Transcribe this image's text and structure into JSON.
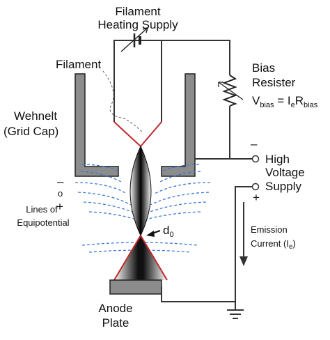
{
  "labels": {
    "filament_heating_supply": [
      "Filament",
      "Heating Supply"
    ],
    "filament": "Filament",
    "wehnelt": [
      "Wehnelt",
      "(Grid Cap)"
    ],
    "bias_resister": [
      "Bias",
      "Resister"
    ],
    "vbias_equation": {
      "v": "V",
      "v_sub": "bias",
      "eq": " = I",
      "i_sub": "e",
      "r": "R",
      "r_sub": "bias"
    },
    "high_voltage_supply": [
      "High",
      "Voltage",
      "Supply"
    ],
    "lines_of_equipotential": [
      "Lines of",
      "Equipotential"
    ],
    "crossover": {
      "d": "d",
      "sub": "0"
    },
    "emission_current": {
      "line1": "Emission",
      "line2": "Current (I",
      "sub": "e",
      "close": ")"
    },
    "anode_plate": [
      "Anode",
      "Plate"
    ],
    "polarity": {
      "wehnelt_minus": "–",
      "wehnelt_o": "o",
      "wehnelt_plus": "+",
      "hv_minus": "–",
      "hv_plus": "+"
    }
  },
  "colors": {
    "wire": "#333333",
    "electrode_fill": "#8c8c8c",
    "filament_red": "#c0282a",
    "equipotential_blue": "#3a78d8",
    "beam_dark": "#000000"
  }
}
